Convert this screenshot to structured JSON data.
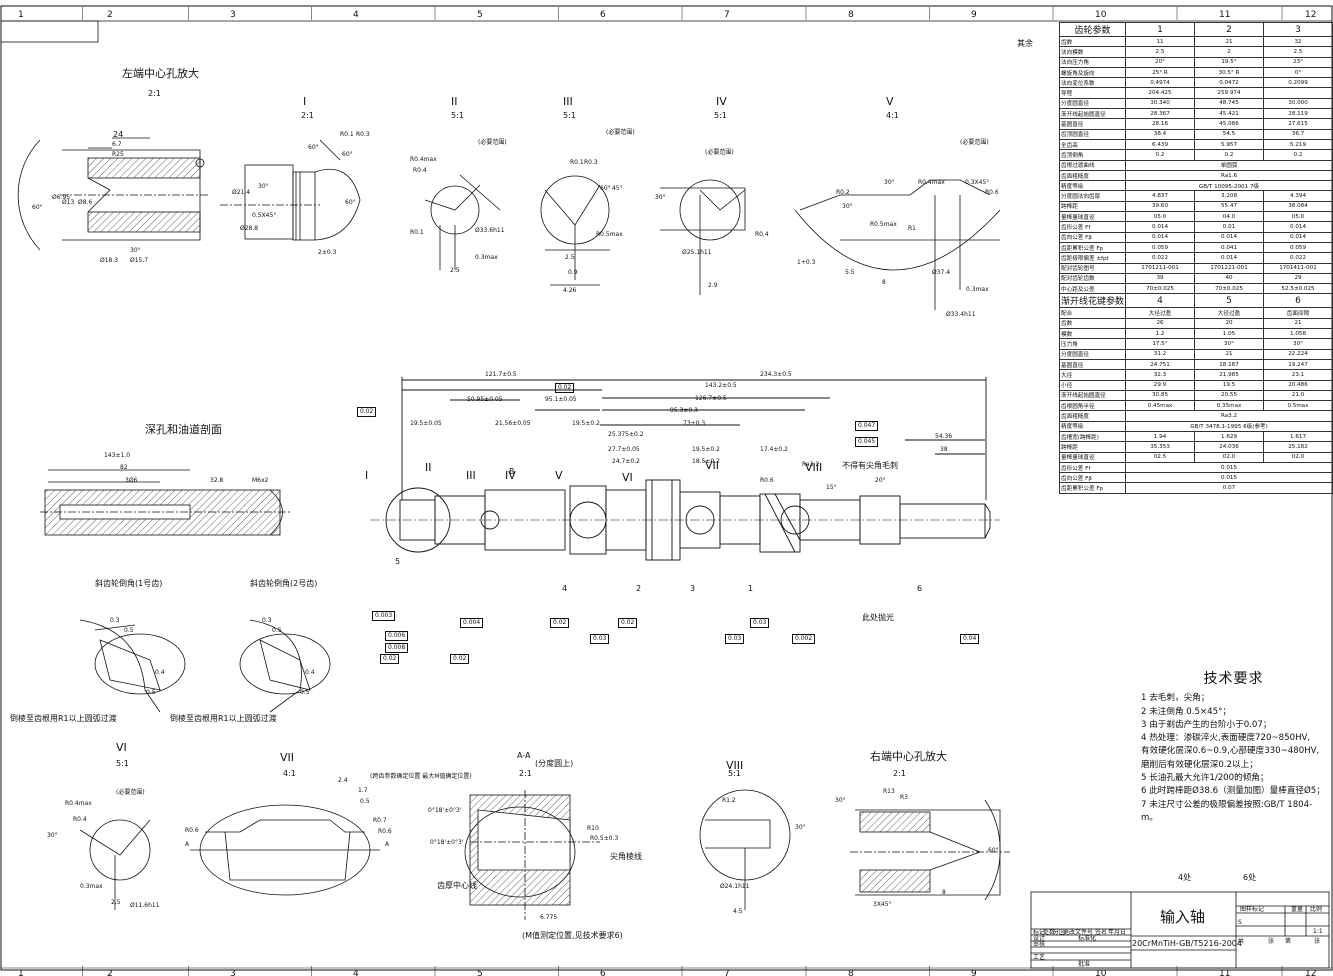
{
  "border": {
    "top_numbers": [
      "1",
      "2",
      "3",
      "4",
      "5",
      "6",
      "7",
      "8",
      "9",
      "10",
      "11",
      "12"
    ],
    "bottom_numbers": [
      "1",
      "2",
      "3",
      "4",
      "5",
      "6",
      "7",
      "8",
      "9",
      "10",
      "11",
      "12"
    ]
  },
  "views": {
    "left_center_hole": {
      "title": "左端中心孔放大",
      "scale": "2:1",
      "dims": [
        "24",
        "6.7",
        "R25",
        "60°",
        "Ø6.95",
        "Ø13",
        "Ø8.6",
        "30°",
        "Ø18.3",
        "Ø15.7"
      ]
    },
    "view_I": {
      "title": "I",
      "scale": "2:1",
      "dims": [
        "R0.1",
        "R0.3",
        "60°",
        "60°",
        "30°",
        "0.5X45°",
        "Ø21.4",
        "2±0.3",
        "Ø28.8"
      ]
    },
    "view_II": {
      "title": "II",
      "scale": "5:1",
      "dims": [
        "R0.4max",
        "R0.4",
        "R0.1",
        "2.5",
        "0.3max",
        "(必要范围)",
        "Ø33.6h11"
      ]
    },
    "view_III": {
      "title": "III",
      "scale": "5:1",
      "dims": [
        "R0.1",
        "R0.3",
        "60°",
        "45°",
        "R0.5max",
        "2.5",
        "0.9",
        "4.26",
        "(必要范围)"
      ]
    },
    "view_IV": {
      "title": "IV",
      "scale": "5:1",
      "dims": [
        "30°",
        "R0.4",
        "2.9",
        "Ø25.1h11",
        "(必要范围)"
      ]
    },
    "view_V": {
      "title": "V",
      "scale": "4:1",
      "dims": [
        "R0.4max",
        "0.3X45°",
        "R0.2",
        "30°",
        "30°",
        "R0.5max",
        "R1",
        "R0.6",
        "1+0.3",
        "5.5",
        "8",
        "0.3max",
        "Ø33.4h11",
        "Ø37.4",
        "(必要范围)"
      ]
    },
    "deep_hole": {
      "title": "深孔和油道剖面",
      "dims": [
        "143±1.0",
        "82",
        "3Ø6",
        "32.8",
        "M6x2"
      ]
    },
    "helical_chamfer_1": {
      "title": "斜齿轮倒角(1号齿)",
      "dims": [
        "0.3",
        "0.5",
        "0.4",
        "0.5"
      ],
      "note": "倒棱至齿根用R1以上圆弧过渡"
    },
    "helical_chamfer_2": {
      "title": "斜齿轮倒角(2号齿)",
      "dims": [
        "0.3",
        "0.5",
        "0.4",
        "0.5"
      ],
      "note": "倒棱至齿根用R1以上圆弧过渡"
    },
    "view_VI": {
      "title": "VI",
      "scale": "5:1",
      "dims": [
        "R0.4max",
        "R0.4",
        "30°",
        "0.3max",
        "2.5",
        "Ø11.6h11",
        "(必要范围)"
      ]
    },
    "view_VII": {
      "title": "VII",
      "scale": "4:1",
      "dims": [
        "R0.6",
        "R0.7",
        "R0.6",
        "1.7",
        "0.5",
        "2.4",
        "A",
        "A"
      ],
      "note": "(跨齿参数确定位置 最大M值确定位置)"
    },
    "section_AA": {
      "title": "A-A",
      "scale": "2:1",
      "subtitle": "(分度圆上)",
      "dims": [
        "0°18'±0°3'",
        "0°18'±0°3'",
        "R10",
        "R0.5±0.3",
        "6.775"
      ],
      "labels": [
        "齿厚中心线",
        "尖角棱线",
        "(M值测定位置,见技术要求6)"
      ]
    },
    "view_VIII": {
      "title": "VIII",
      "scale": "5:1",
      "dims": [
        "R1.2",
        "30°",
        "4.5",
        "Ø24.1h11"
      ]
    },
    "right_center_hole": {
      "title": "右端中心孔放大",
      "scale": "2:1",
      "dims": [
        "R13",
        "R3",
        "30°",
        "60°",
        "3X45°",
        "8"
      ]
    }
  },
  "main_view": {
    "dims": [
      "234.3±0.5",
      "121.7±0.5",
      "143.2±0.5",
      "126.7±0.5",
      "95.1±0.05",
      "50.95±0.05",
      "95.3±0.3",
      "73±0.3",
      "54.36",
      "38",
      "19.5±0.05",
      "21.56±0.05",
      "19.5±0.2",
      "25.375±0.2",
      "27.7±0.05",
      "24.7±0.2",
      "19.5±0.2",
      "17.4±0.2",
      "18.5±0.2",
      "R0.6",
      "15°",
      "20°",
      "5",
      "6",
      "4",
      "3",
      "2",
      "1",
      "B"
    ],
    "labels": [
      "I",
      "II",
      "III",
      "IV",
      "V",
      "VI",
      "VII",
      "VIII",
      "不得有尖角毛刺",
      "此处抛光",
      "Ra3.2"
    ],
    "tolerances": [
      "0.02",
      "0.02",
      "0.003",
      "0.006",
      "0.008",
      "0.004",
      "0.02",
      "0.02",
      "0.02",
      "0.03",
      "0.03",
      "0.04",
      "0.047",
      "0.045",
      "0.03",
      "0.02",
      "0.002"
    ]
  },
  "other_marks": {
    "label": "其余"
  },
  "gear_params": {
    "title": "齿轮参数",
    "cols": [
      "1",
      "2",
      "3"
    ],
    "rows": [
      [
        "齿数",
        "11",
        "21",
        "32"
      ],
      [
        "法向模数",
        "2.5",
        "2",
        "2.5"
      ],
      [
        "法向压力角",
        "20°",
        "19.5°",
        "23°"
      ],
      [
        "螺旋角及旋向",
        "25°  R",
        "30.5°  R",
        "0°"
      ],
      [
        "法向变位系数",
        "0.4974",
        "0.0472",
        "0.2099"
      ],
      [
        "导程",
        "204.425",
        "259.974",
        ""
      ],
      [
        "分度圆直径",
        "30.340",
        "48.745",
        "30.000"
      ],
      [
        "渐开线起始圆直径",
        "28.367",
        "45.421",
        "28.119"
      ],
      [
        "基圆直径",
        "28.16",
        "45.086",
        "27.615"
      ],
      [
        "齿顶圆直径",
        "38.4",
        "54.5",
        "36.7"
      ],
      [
        "全齿高",
        "6.439",
        "5.957",
        "5.219"
      ],
      [
        "齿顶倒角",
        "0.2",
        "0.2",
        "0.2"
      ],
      [
        "齿根过渡曲线",
        "",
        "单圆弧",
        ""
      ],
      [
        "齿面粗糙度",
        "",
        "Ra1.6",
        ""
      ],
      [
        "精度等级",
        "",
        "GB/T 10095-2001 7级",
        ""
      ],
      [
        "分度圆法向齿厚",
        "4.837",
        "3.208",
        "4.394"
      ],
      [
        "跨棒距",
        "39.60",
        "55.47",
        "38.084"
      ],
      [
        "量棒量球直径",
        "05.0",
        "04.0",
        "05.0"
      ],
      [
        "齿形公差 Ff",
        "0.014",
        "0.01",
        "0.014"
      ],
      [
        "齿向公差 Fβ",
        "0.014",
        "0.014",
        "0.014"
      ],
      [
        "齿距累积公差 Fp",
        "0.059",
        "0.041",
        "0.059"
      ],
      [
        "齿距极限偏差 ±fpt",
        "0.022",
        "0.014",
        "0.022"
      ],
      [
        "配对齿轮图号",
        "1701211-001",
        "1701221-001",
        "1701411-001"
      ],
      [
        "配对齿轮齿数",
        "39",
        "40",
        "29"
      ],
      [
        "中心距及公差",
        "70±0.025",
        "70±0.025",
        "52.5±0.025"
      ]
    ]
  },
  "spline_params": {
    "title": "渐开线花键参数",
    "cols": [
      "4",
      "5",
      "6"
    ],
    "rows": [
      [
        "配合",
        "大径过盈",
        "大径过盈",
        "齿面间隙"
      ],
      [
        "齿数",
        "26",
        "20",
        "21"
      ],
      [
        "模数",
        "1.2",
        "1.05",
        "1.058"
      ],
      [
        "压力角",
        "17.5°",
        "30°",
        "30°"
      ],
      [
        "分度圆直径",
        "31.2",
        "21",
        "22.224"
      ],
      [
        "基圆直径",
        "24.751",
        "18.187",
        "19.247"
      ],
      [
        "大径",
        "32.3",
        "21.985",
        "23.1"
      ],
      [
        "小径",
        "29.9",
        "19.5",
        "20.486"
      ],
      [
        "渐开线起始圆直径",
        "30.85",
        "20.55",
        "21.0"
      ],
      [
        "齿根圆角半径",
        "0.45max",
        "0.35max",
        "0.5max"
      ],
      [
        "齿面粗糙度",
        "",
        "Ra3.2",
        ""
      ],
      [
        "精度等级",
        "",
        "GB/T 3478.1-1995 6级(参考)",
        ""
      ],
      [
        "齿槽宽(跨棒距)",
        "1.94",
        "1.629",
        "1.617"
      ],
      [
        "跨棒距",
        "35.353",
        "24.036",
        "25.182"
      ],
      [
        "量棒量球直径",
        "02.5",
        "02.0",
        "02.0"
      ],
      [
        "齿形公差 Ff",
        "",
        "0.015",
        ""
      ],
      [
        "齿向公差 Fβ",
        "",
        "0.015",
        ""
      ],
      [
        "齿距累积公差 Fp",
        "",
        "0.07",
        ""
      ]
    ]
  },
  "tech_requirements": {
    "title": "技术要求",
    "items": [
      "1 去毛刺，尖角；",
      "2 未注倒角 0.5×45°；",
      "3 由于剃齿产生的台阶小于0.07；",
      "4 热处理：渗碳淬火,表面硬度720~850HV,",
      "   有效硬化层深0.6~0.9,心部硬度330~480HV,",
      "   磨削后有效硬化层深0.2以上；",
      "5 长油孔最大允许1/200的倾角；",
      "6 此时跨棒距Ø38.6（测量加图）量棒直径Ø5；",
      "7 未注尺寸公差的极限偏差按照:GB/T 1804-m。"
    ],
    "roughness_notes": [
      "4处",
      "6处"
    ]
  },
  "title_block": {
    "part_name": "输入轴",
    "material": "20CrMnTiH-GB/T5216-2004",
    "scale": "1:1",
    "labels": [
      "标记",
      "处数",
      "分区",
      "更改文件号",
      "签名",
      "年月日",
      "设计",
      "标准化",
      "审核",
      "工艺",
      "批准",
      "图样标记",
      "重量",
      "比例",
      "共",
      "张",
      "第",
      "张",
      "S"
    ]
  }
}
